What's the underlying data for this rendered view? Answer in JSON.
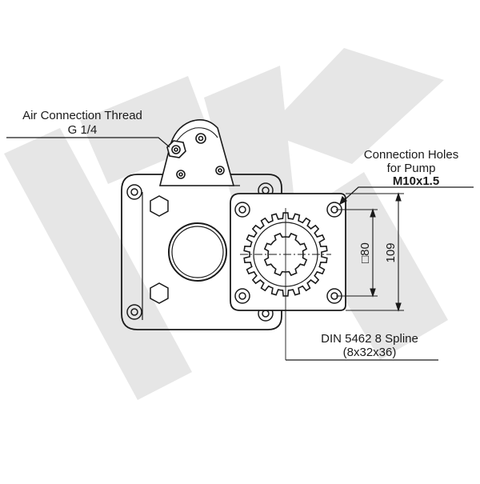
{
  "labels": {
    "air_connection_line1": "Air Connection Thread",
    "air_connection_line2": "G 1/4",
    "connection_holes_line1": "Connection Holes",
    "connection_holes_line2": "for Pump",
    "connection_holes_thread": "M10x1.5",
    "spline_line1": "DIN 5462 8 Spline",
    "spline_line2": "(8x32x36)"
  },
  "dimensions": {
    "square_80": "□80",
    "height_109": "109"
  },
  "colors": {
    "line": "#1a1a1a",
    "watermark": "#e6e6e6",
    "background": "#ffffff"
  },
  "watermark": {
    "icon": "large-stylized-letters-logo"
  }
}
